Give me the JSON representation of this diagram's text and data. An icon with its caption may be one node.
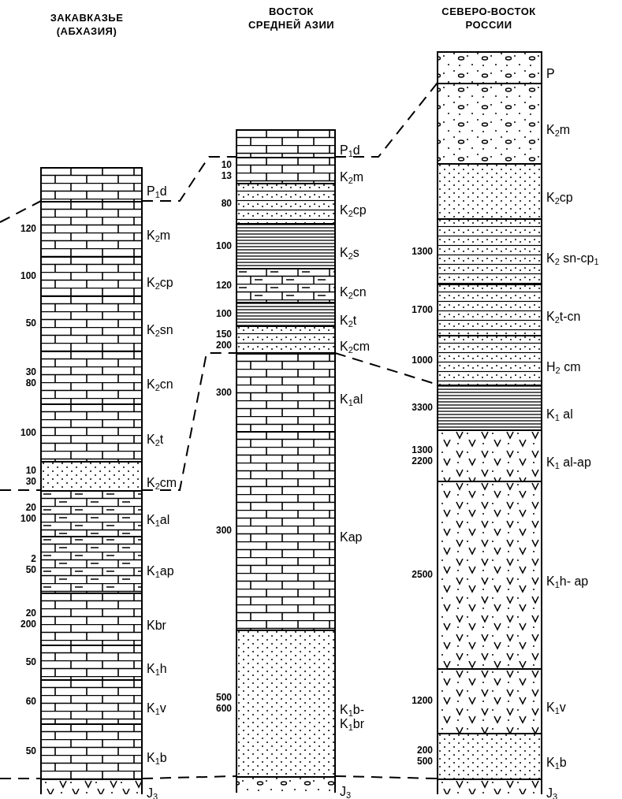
{
  "diagram": {
    "nodes": [
      {
        "text": [
          "ЗАКАВКАЗЬЕ (АБХАЗИЯ)"
        ]
      },
      {
        "text": [
          "P$_{1}$d"
        ],
        "in": 0
      },
      {
        "text": [
          "K$_{2}$m"
        ],
        "in": 0,
        "beside": [
          "120"
        ]
      },
      {
        "text": [
          "K$_{2}$cp"
        ],
        "in": 0,
        "beside": [
          "100"
        ]
      },
      {
        "text": [
          "K$_{2}$sn"
        ],
        "in": 0,
        "beside": [
          "50"
        ]
      },
      {
        "text": [
          "K$_{2}$cn"
        ],
        "in": 0,
        "beside": [
          "30",
          "80"
        ]
      },
      {
        "text": [
          "K$_{2}$t"
        ],
        "in": 0,
        "beside": [
          "100"
        ]
      },
      {
        "text": [
          "K$_{2}$cm"
        ],
        "in": 0,
        "beside": [
          "10",
          "30"
        ]
      },
      {
        "text": [
          "K$_{1}$al"
        ],
        "in": 0,
        "beside": [
          "20",
          "100"
        ]
      },
      {
        "text": [
          "K$_{1}$ap"
        ],
        "in": 0,
        "beside": [
          "2",
          "50"
        ]
      },
      {
        "text": [
          "Kbr"
        ],
        "in": 0,
        "beside": [
          "20",
          "200"
        ]
      },
      {
        "text": [
          "K$_{1}$h"
        ],
        "in": 0,
        "beside": [
          "50"
        ]
      },
      {
        "text": [
          "K$_{1}$v"
        ],
        "in": 0,
        "beside": [
          "60"
        ]
      },
      {
        "text": [
          "K$_{1}$b"
        ],
        "in": 0,
        "beside": [
          "50"
        ]
      },
      {
        "text": [
          "J$_{3}$"
        ],
        "in": 0
      },
      {
        "text": [
          "ВОСТОК СРЕДНЕЙ АЗИИ"
        ]
      },
      {
        "text": [
          "P$_{1}$d"
        ],
        "in": 15
      },
      {
        "text": [
          "K$_{2}$m"
        ],
        "in": 15,
        "beside": [
          "10",
          "13"
        ]
      },
      {
        "text": [
          "K$_{2}$cp"
        ],
        "in": 15,
        "beside": [
          "80"
        ]
      },
      {
        "text": [
          "K$_{2}$s"
        ],
        "in": 15,
        "beside": [
          "100"
        ]
      },
      {
        "text": [
          "K$_{2}$cn"
        ],
        "in": 15,
        "beside": [
          "120"
        ]
      },
      {
        "text": [
          "K$_{2}$t"
        ],
        "in": 15,
        "beside": [
          "100"
        ]
      },
      {
        "text": [
          "K$_{2}$cm"
        ],
        "in": 15,
        "beside": [
          "150",
          "200"
        ]
      },
      {
        "text": [
          "K$_{1}$al"
        ],
        "in": 15,
        "beside": [
          "300"
        ]
      },
      {
        "text": [
          "Kap"
        ],
        "in": 15,
        "beside": [
          "300"
        ]
      },
      {
        "text": [
          "K$_{1}$b- K$_{1}$br"
        ],
        "in": 15,
        "beside": [
          "500",
          "600"
        ]
      },
      {
        "text": [
          "J$_{3}$"
        ],
        "in": 15
      },
      {
        "text": [
          "СЕВЕРО-ВОСТОК РОССИИ"
        ]
      },
      {
        "text": [
          "P"
        ],
        "in": 27
      },
      {
        "text": [
          "K$_{2}$m"
        ],
        "in": 27
      },
      {
        "text": [
          "K$_{2}$cp"
        ],
        "in": 27
      },
      {
        "text": [
          "K$_{2}$ sn-cp$_{1}$"
        ],
        "in": 27,
        "beside": [
          "1300"
        ]
      },
      {
        "text": [
          "K$_{2}$t-cn"
        ],
        "in": 27,
        "beside": [
          "1700"
        ]
      },
      {
        "text": [
          "H$_{2}$ cm"
        ],
        "in": 27,
        "beside": [
          "1000"
        ]
      },
      {
        "text": [
          "K$_{1}$ al"
        ],
        "in": 27,
        "beside": [
          "3300"
        ]
      },
      {
        "text": [
          "K$_{1}$ al-ap"
        ],
        "in": 27,
        "beside": [
          "1300",
          "2200"
        ]
      },
      {
        "text": [
          "K$_{1}$h- ap"
        ],
        "in": 27,
        "beside": [
          "2500"
        ]
      },
      {
        "text": [
          "K$_{1}$v"
        ],
        "in": 27,
        "beside": [
          "1200"
        ]
      },
      {
        "text": [
          "K$_{1}$b"
        ],
        "in": 27,
        "beside": [
          "200",
          "500"
        ]
      },
      {
        "text": [
          "J$_{3}$"
        ],
        "in": 27
      }
    ],
    "edges": [
      {
        "from": null,
        "to": 2,
        "arrow": "none",
        "style": "dashed"
      },
      {
        "from": 2,
        "to": 17,
        "arrow": "none",
        "style": "dashed"
      },
      {
        "from": 17,
        "to": 29,
        "arrow": "none",
        "style": "dashed"
      },
      {
        "from": null,
        "to": 7,
        "arrow": "none",
        "style": "dashed"
      },
      {
        "from": 7,
        "to": 22,
        "arrow": "none",
        "style": "dashed"
      },
      {
        "from": 22,
        "to": 33,
        "arrow": "none",
        "style": "dashed"
      },
      {
        "from": null,
        "to": 14,
        "arrow": "none",
        "style": "dashed"
      },
      {
        "from": 14,
        "to": 26,
        "arrow": "none",
        "style": "dashed"
      },
      {
        "from": 26,
        "to": 39,
        "arrow": "none",
        "style": "dashed"
      }
    ]
  }
}
